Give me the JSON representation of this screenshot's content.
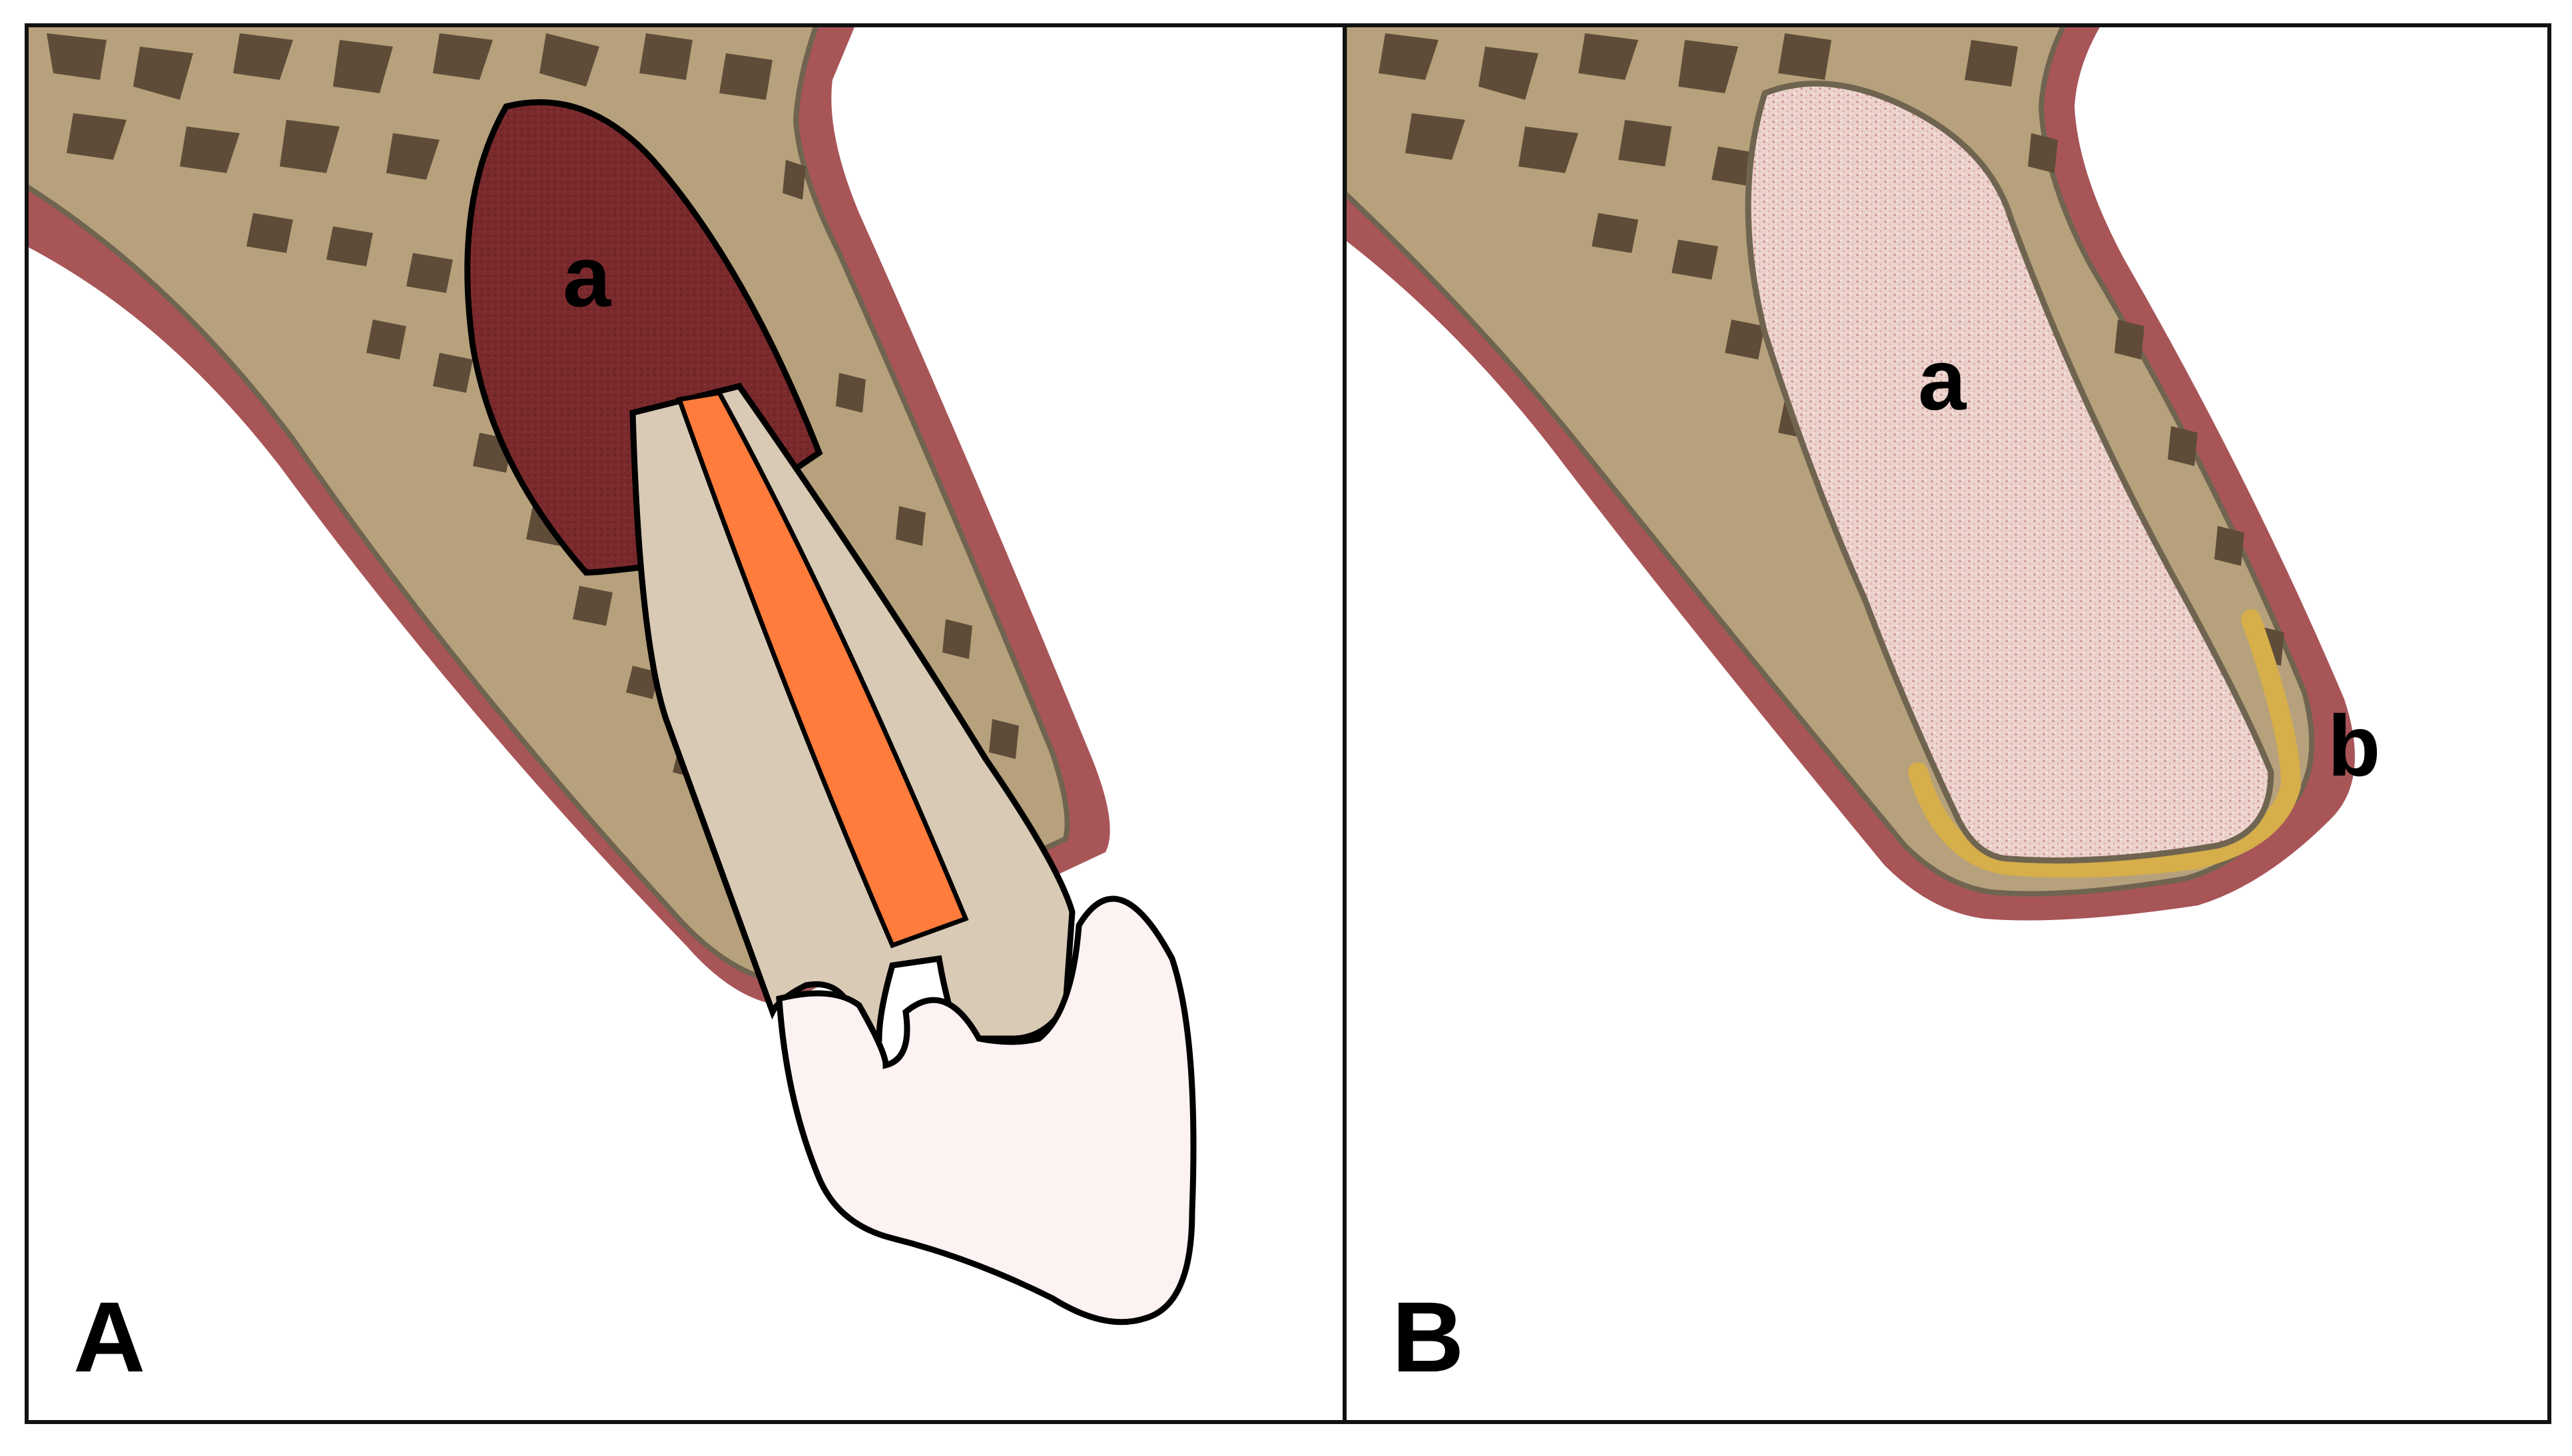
{
  "figure": {
    "panels": [
      {
        "letter": "A",
        "labels": {
          "a": "a"
        }
      },
      {
        "letter": "B",
        "labels": {
          "a": "a",
          "b": "b"
        }
      }
    ]
  },
  "colors": {
    "gum": "#a85558",
    "bone": "#b6a17c",
    "bone_outline": "#6f6450",
    "marrow_spots": "#5e4c38",
    "lesion": "#7a2a2c",
    "root": "#d8cab5",
    "pulp": "#ff7c3c",
    "crown": "#fcf2f2",
    "graft": "#ecd2cc",
    "membrane": "#d6ae4a",
    "frame": "#111111"
  }
}
